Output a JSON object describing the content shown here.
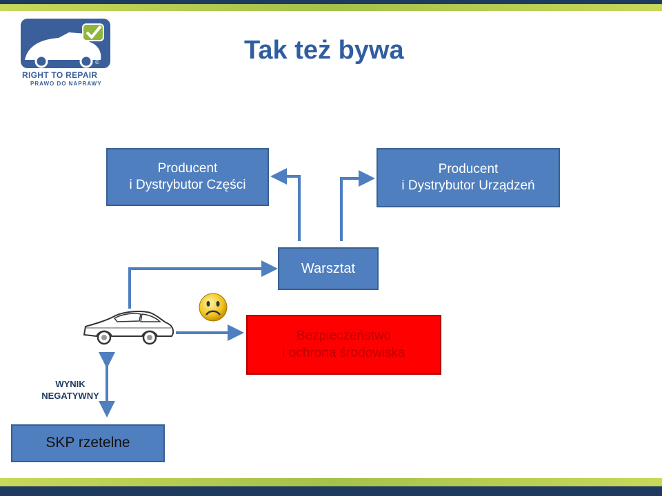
{
  "title": "Tak też bywa",
  "logo": {
    "line1": "RIGHT TO REPAIR",
    "line2": "PRAWO DO NAPRAWY",
    "mark": "©"
  },
  "nodes": {
    "czesci": "Producent\ni Dystrybutor Części",
    "urzadzen": "Producent\ni Dystrybutor Urządzeń",
    "warsztat": "Warsztat",
    "bezpieczenstwo": "Bezpieczeństwo\ni ochrona środowiska",
    "skp": "SKP rzetelne"
  },
  "wynik_label": "WYNIK\nNEGATYWNY",
  "icons": {
    "vehicle": "car-icon",
    "emotion": "sad-face-icon",
    "brand": "car-check-logo-icon"
  },
  "colors": {
    "title": "#2f5ea0",
    "node": "#4f7fbf",
    "alert": "#ff0000",
    "arrow": "#4f7fbf",
    "header_green": "#a5c24a",
    "header_navy": "#1f3a5f"
  }
}
